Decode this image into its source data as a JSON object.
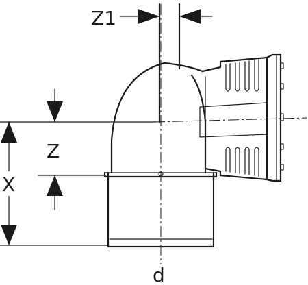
{
  "diagram": {
    "labels": {
      "z1": "Z1",
      "z": "Z",
      "x": "X",
      "d": "d"
    }
  }
}
